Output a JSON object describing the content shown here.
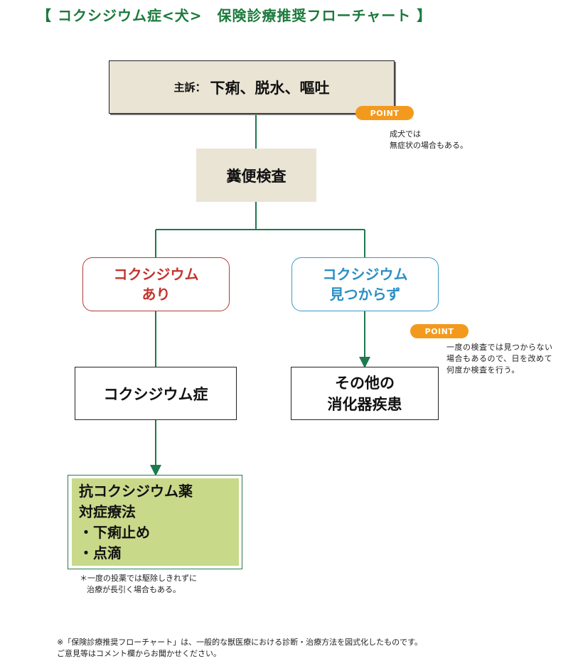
{
  "title": "【 コクシジウム症<犬>　保険診療推奨フローチャート 】",
  "complaint": {
    "label": "主訴：",
    "text": "下痢、脱水、嘔吐"
  },
  "point_label": "POINT",
  "point_note_1": [
    "成犬では",
    "無症状の場合もある。"
  ],
  "stool_test": "糞便検査",
  "result_positive": [
    "コクシジウム",
    "あり"
  ],
  "result_negative": [
    "コクシジウム",
    "見つからず"
  ],
  "point_note_2": [
    "一度の検査では見つからない",
    "場合もあるので、日を改めて",
    "何度か検査を行う。"
  ],
  "diagnosis_coccidiosis": "コクシジウム症",
  "diagnosis_other": [
    "その他の",
    "消化器疾患"
  ],
  "treatment": [
    "抗コクシジウム薬",
    "対症療法",
    "・下痢止め",
    "・点滴"
  ],
  "treatment_note": [
    "＊一度の投薬では駆除しきれずに",
    "治療が長引く場合もある。"
  ],
  "footer": [
    "※「保険診療推奨フローチャート」は、一般的な獣医療における診断・治療方法を図式化したものです。",
    "ご意見等はコメント欄からお聞かせください。"
  ],
  "colors": {
    "title": "#1b7a3c",
    "line": "#1e7a4e",
    "positive": "#c2352e",
    "negative": "#2b8fc4",
    "point": "#f39a1e",
    "box_fill": "#e9e4d4",
    "treatment_fill": "#c8d98a"
  }
}
